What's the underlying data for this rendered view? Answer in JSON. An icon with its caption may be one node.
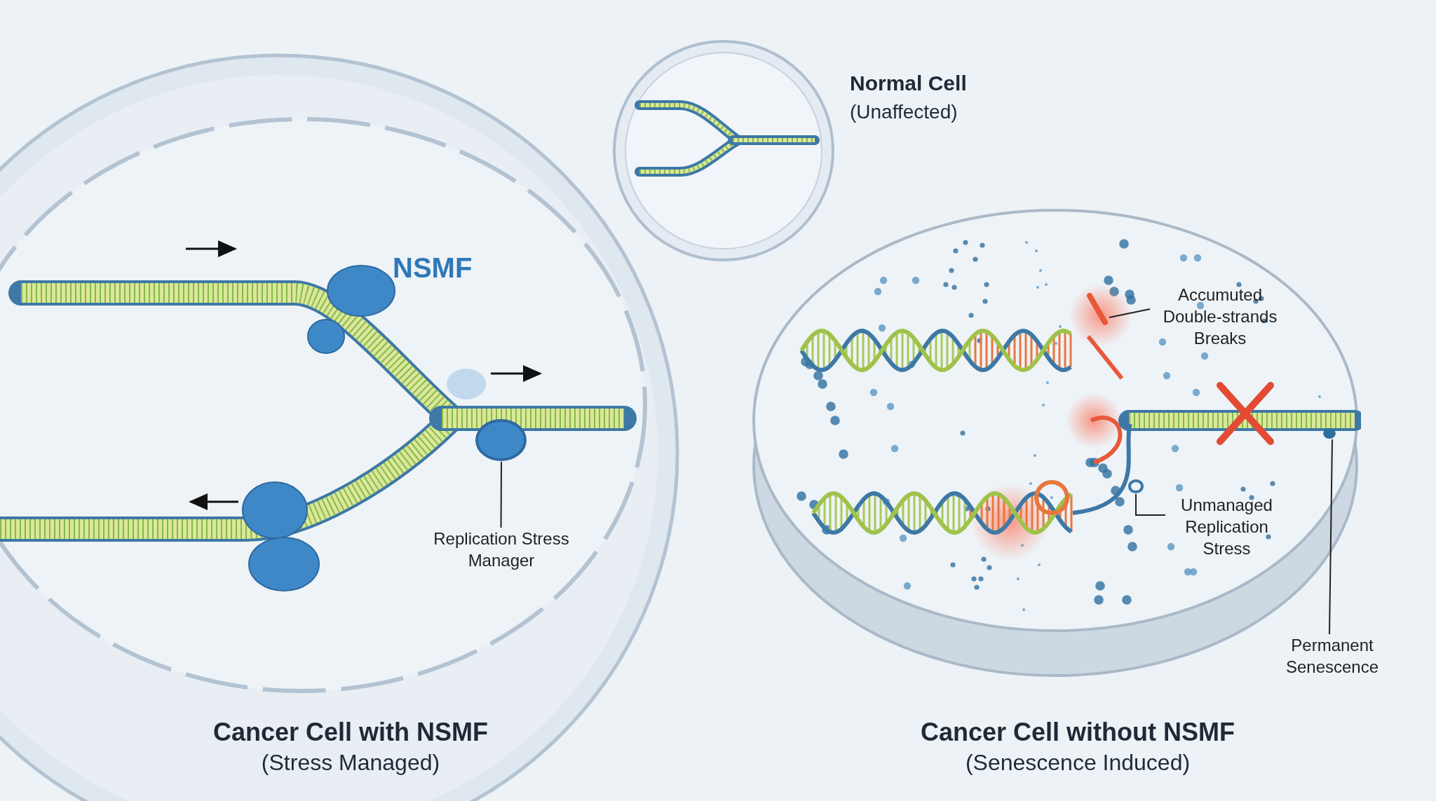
{
  "diagram": {
    "nodes": [
      {
        "text": [
          "Cancer Cell with NSMF",
          "(Stress Managed)"
        ]
      },
      {
        "text": [
          "Normal Cell",
          "(Unaffected)"
        ]
      },
      {
        "text": [
          "Cancer Cell without NSMF",
          "(Senescence Induced)"
        ]
      },
      {
        "text": [
          "Replication Stress Manager"
        ],
        "in": 0
      },
      {
        "text": [],
        "shape": "circle",
        "in": 0
      },
      {
        "text": [
          "Accumuted Double-strands Breaks"
        ],
        "in": 2
      },
      {
        "text": [],
        "shape": "bar",
        "in": 2
      },
      {
        "text": [
          "Unmanaged Replication Stress"
        ],
        "in": 2
      },
      {
        "text": [],
        "shape": "circle",
        "in": 2
      },
      {
        "text": [
          "Permanent Senescence"
        ]
      },
      {
        "text": [],
        "shape": "circle",
        "in": 2
      }
    ],
    "edges": [
      {
        "from": 3,
        "to": 4,
        "arrow": "none"
      },
      {
        "from": 5,
        "to": 6,
        "arrow": "none"
      },
      {
        "from": 7,
        "to": 8,
        "arrow": "none"
      },
      {
        "from": 9,
        "to": 10,
        "arrow": "none"
      }
    ],
    "labels": [
      "NSMF"
    ]
  }
}
